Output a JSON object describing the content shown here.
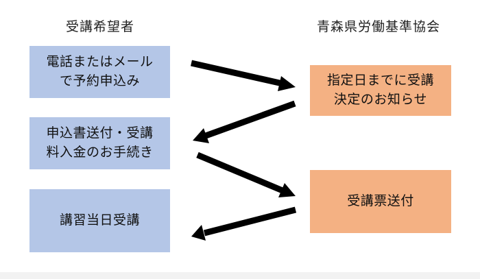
{
  "headings": {
    "left": "受講希望者",
    "right": "青森県労働基準協会"
  },
  "left_steps": [
    {
      "lines": [
        "電話またはメール",
        "で予約申込み"
      ]
    },
    {
      "lines": [
        "申込書送付・受講",
        "料入金のお手続き"
      ]
    },
    {
      "lines": [
        "講習当日受講"
      ]
    }
  ],
  "right_steps": [
    {
      "lines": [
        "指定日までに受講",
        "決定のお知らせ"
      ]
    },
    {
      "lines": [
        "受講票送付"
      ]
    }
  ],
  "colors": {
    "left_box": "#b4c6e7",
    "right_box": "#f4b183",
    "arrow": "#000000"
  }
}
